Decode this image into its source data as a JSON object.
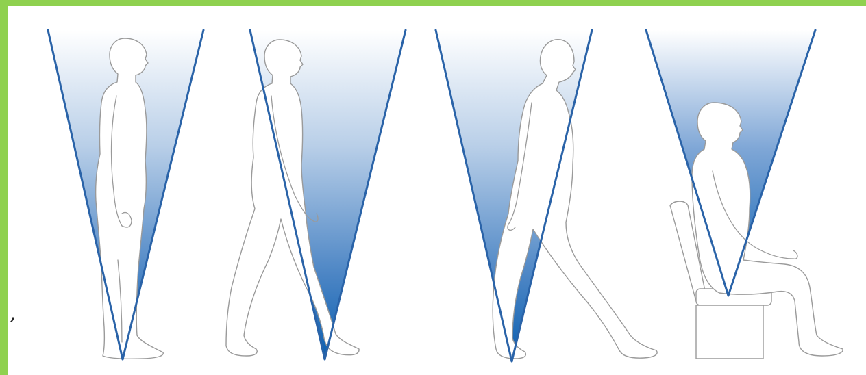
{
  "frame": {
    "accent_color": "#8fd14f"
  },
  "stray_mark": ",",
  "panels": [
    {
      "figure": "standing-person",
      "cone_color": "#0b5fb0"
    },
    {
      "figure": "walking-person-stride",
      "cone_color": "#0b5fb0"
    },
    {
      "figure": "walking-person-leaning",
      "cone_color": "#0b5fb0"
    },
    {
      "figure": "seated-person",
      "cone_color": "#0b5fb0"
    }
  ]
}
